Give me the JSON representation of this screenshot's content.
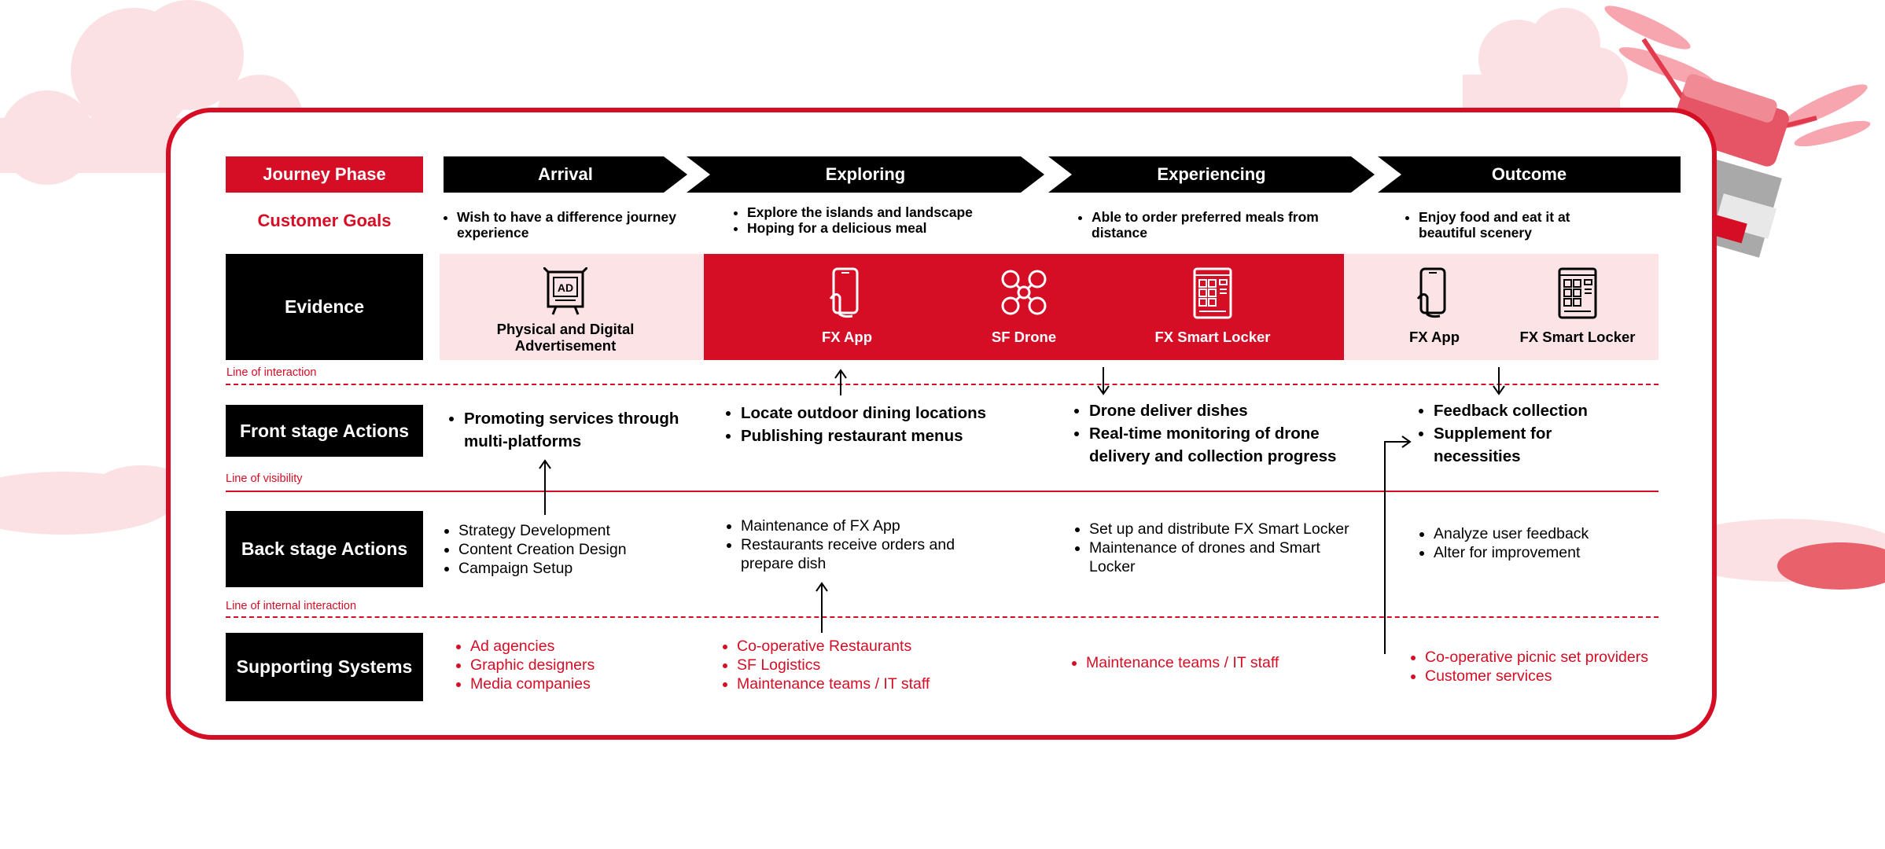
{
  "phases": [
    "Arrival",
    "Exploring",
    "Experiencing",
    "Outcome"
  ],
  "rows": {
    "journey_phase": "Journey Phase",
    "customer_goals": "Customer Goals",
    "evidence": "Evidence",
    "front_stage": "Front stage Actions",
    "back_stage": "Back stage Actions",
    "supporting": "Supporting Systems"
  },
  "lines": {
    "interaction": "Line of interaction",
    "visibility": "Line of visibility",
    "internal": "Line of internal interaction"
  },
  "goals": {
    "arrival": [
      "Wish to have a difference journey experience"
    ],
    "exploring": [
      "Explore the islands and landscape",
      "Hoping for a delicious meal"
    ],
    "experiencing": [
      "Able to order preferred meals from distance"
    ],
    "outcome": [
      "Enjoy food and eat it at beautiful scenery"
    ]
  },
  "evidence": {
    "arrival": [
      {
        "icon": "ad-icon",
        "label": "Physical and Digital Advertisement"
      }
    ],
    "middle": [
      {
        "icon": "smartphone-icon",
        "label": "FX App"
      },
      {
        "icon": "drone-icon",
        "label": "SF Drone"
      },
      {
        "icon": "smart-locker-icon",
        "label": "FX Smart Locker"
      }
    ],
    "outcome": [
      {
        "icon": "smartphone-icon",
        "label": "FX App"
      },
      {
        "icon": "smart-locker-icon",
        "label": "FX Smart Locker"
      }
    ]
  },
  "front_stage": {
    "arrival": [
      "Promoting services through multi-platforms"
    ],
    "exploring": [
      "Locate outdoor dining locations",
      "Publishing restaurant menus"
    ],
    "experiencing": [
      "Drone deliver dishes",
      "Real-time monitoring of drone delivery and collection progress"
    ],
    "outcome": [
      "Feedback collection",
      "Supplement for necessities"
    ]
  },
  "back_stage": {
    "arrival": [
      "Strategy Development",
      "Content Creation Design",
      "Campaign Setup"
    ],
    "exploring": [
      "Maintenance of FX App",
      "Restaurants receive orders and prepare dish"
    ],
    "experiencing": [
      "Set up and distribute FX Smart Locker",
      "Maintenance of drones and Smart Locker"
    ],
    "outcome": [
      "Analyze user feedback",
      "Alter for improvement"
    ]
  },
  "supporting": {
    "arrival": [
      "Ad agencies",
      "Graphic designers",
      "Media companies"
    ],
    "exploring": [
      "Co-operative Restaurants",
      "SF Logistics",
      "Maintenance teams / IT staff"
    ],
    "experiencing": [
      "Maintenance teams / IT staff"
    ],
    "outcome": [
      "Co-operative picnic set providers",
      "Customer services"
    ]
  },
  "colors": {
    "brand_red": "#d50d25",
    "light_pink": "#fce3e6",
    "black": "#000000",
    "cloud_pink": "#fbe1e4"
  }
}
